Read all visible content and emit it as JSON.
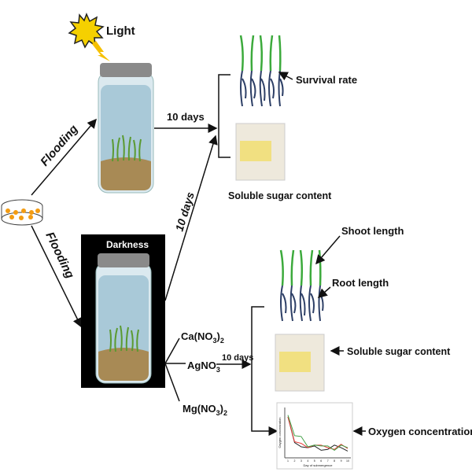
{
  "labels": {
    "light": "Light",
    "flooding_top": "Flooding",
    "flooding_bottom": "Flooding",
    "days_top": "10 days",
    "days_diag": "10 days",
    "days_bottom": "10 days",
    "darkness": "Darkness",
    "survival_rate": "Survival rate",
    "soluble_sugar_top": "Soluble sugar content",
    "shoot_length": "Shoot length",
    "root_length": "Root length",
    "soluble_sugar_bottom": "Soluble sugar content",
    "oxygen_concentration": "Oxygen concentration"
  },
  "treatments": [
    {
      "base": "Ca(NO",
      "sub": "3",
      "close": ")",
      "sub2": "2"
    },
    {
      "base": "AgNO",
      "sub": "3",
      "close": "",
      "sub2": ""
    },
    {
      "base": "Mg(NO",
      "sub": "3",
      "close": ")",
      "sub2": "2"
    }
  ],
  "colors": {
    "water": "#a9c9d8",
    "soil": "#a88a55",
    "lid": "#8a8a8a",
    "plant": "#4caf50",
    "sun": "#f5d000"
  },
  "chart_data": {
    "type": "line",
    "title": "",
    "xlabel": "Day of submergence",
    "ylabel": "Oxygen concentration",
    "x": [
      1,
      2,
      3,
      4,
      5,
      6,
      7,
      8,
      9,
      10
    ],
    "ylim": [
      0,
      5.5
    ],
    "series": [
      {
        "name": "black",
        "color": "#222222",
        "values": [
          4.6,
          1.6,
          1.1,
          1.0,
          1.2,
          0.7,
          0.8,
          1.3,
          1.0,
          0.6
        ]
      },
      {
        "name": "red",
        "color": "#e53935",
        "values": [
          4.6,
          1.7,
          1.5,
          1.0,
          1.3,
          1.3,
          1.0,
          0.8,
          1.4,
          0.9
        ]
      },
      {
        "name": "green",
        "color": "#43a047",
        "values": [
          4.8,
          2.4,
          2.3,
          1.1,
          1.3,
          1.2,
          1.2,
          0.7,
          1.3,
          1.0
        ]
      }
    ]
  }
}
